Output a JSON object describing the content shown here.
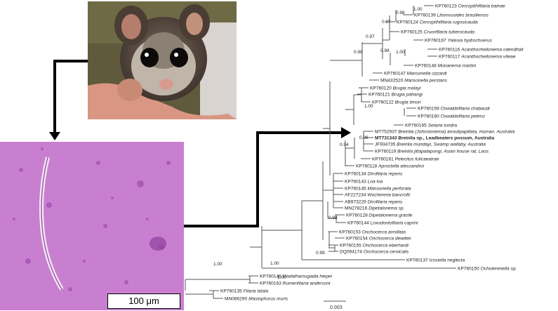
{
  "scale_bar_image": "100 μm",
  "scale_bar_tree": "0.003",
  "bootstrap_labels": [
    {
      "id": "b1",
      "text": "1.00"
    },
    {
      "id": "b2",
      "text": "0.98"
    },
    {
      "id": "b3",
      "text": "0.97"
    },
    {
      "id": "b4",
      "text": "0.97"
    },
    {
      "id": "b5",
      "text": "1.00"
    },
    {
      "id": "b6",
      "text": "0.98"
    },
    {
      "id": "b7",
      "text": "0.98"
    },
    {
      "id": "b8",
      "text": "1.00"
    },
    {
      "id": "b9",
      "text": "0.96"
    },
    {
      "id": "b10",
      "text": "0.94"
    },
    {
      "id": "b11",
      "text": "0.98"
    },
    {
      "id": "b12",
      "text": "0.99"
    },
    {
      "id": "b13",
      "text": "1.00"
    },
    {
      "id": "b14",
      "text": "1.00"
    },
    {
      "id": "b15",
      "text": "1.00"
    }
  ],
  "taxa": [
    {
      "acc": "KP760123",
      "name": "Cercopithifilaria bainae",
      "bold": false
    },
    {
      "acc": "KP760139",
      "name": "Litomosoides brasiliensis",
      "bold": false
    },
    {
      "acc": "KP760124",
      "name": "Cercopithifilaria rugosicauda",
      "bold": false
    },
    {
      "acc": "KP760125",
      "name": "Cruorifilaria tuberocauda",
      "bold": false
    },
    {
      "acc": "KP760167",
      "name": "Yatesia hydrochoerus",
      "bold": false
    },
    {
      "acc": "KP760116",
      "name": "Acanthocheilonema odendhali",
      "bold": false
    },
    {
      "acc": "KP760117",
      "name": "Acanthocheilonema viteae",
      "bold": false
    },
    {
      "acc": "KP760148",
      "name": "Monanema martini",
      "bold": false
    },
    {
      "acc": "KP760147",
      "name": "Mansonella ozzardi",
      "bold": false
    },
    {
      "acc": "MN432520",
      "name": "Mansonella perstans",
      "bold": false
    },
    {
      "acc": "KP760120",
      "name": "Brugia malayi",
      "bold": false
    },
    {
      "acc": "KP760121",
      "name": "Brugia pahangi",
      "bold": false
    },
    {
      "acc": "KP760122",
      "name": "Brugia timori",
      "bold": false
    },
    {
      "acc": "KP760159",
      "name": "Oswaldofilaria chabaudi",
      "bold": false
    },
    {
      "acc": "KP760160",
      "name": "Oswaldofilaria petersi",
      "bold": false
    },
    {
      "acc": "KP760165",
      "name": "Setaria tundra",
      "bold": false
    },
    {
      "acc": "MT752937",
      "name": "Breinlia (Johnstonema) annulipapillata, Human, Australia",
      "bold": false
    },
    {
      "acc": "MT731343",
      "name": "Breinlia sp., Leadbeaters possum, Australia",
      "bold": true
    },
    {
      "acc": "JF934735",
      "name": "Breinlia mundayi, Swamp wallaby, Australia",
      "bold": false
    },
    {
      "acc": "KP760119",
      "name": "Breinlia jittapalapongi, Asian house rat, Laos",
      "bold": false
    },
    {
      "acc": "KP760161",
      "name": "Pelecitus fulicaeatrae",
      "bold": false
    },
    {
      "acc": "KP760118",
      "name": "Aproctella alessandroi",
      "bold": false
    },
    {
      "acc": "KP760134",
      "name": "Dirofilaria repens",
      "bold": false
    },
    {
      "acc": "KP760143",
      "name": "Loa loa",
      "bold": false
    },
    {
      "acc": "KP760145",
      "name": "Mansonella perforata",
      "bold": false
    },
    {
      "acc": "AF227234",
      "name": "Wuchereria bancrofti",
      "bold": false
    },
    {
      "acc": "AB973229",
      "name": "Dirofilaria repens",
      "bold": false
    },
    {
      "acc": "MN278216",
      "name": "Dipetalonema sp.",
      "bold": false
    },
    {
      "acc": "KP760128",
      "name": "Dipetalonema gracile",
      "bold": false
    },
    {
      "acc": "KP760144",
      "name": "Loxodontofilaria caprini",
      "bold": false
    },
    {
      "acc": "KP760153",
      "name": "Onchocerca armillata",
      "bold": false
    },
    {
      "acc": "KP760154",
      "name": "Onchocerca dewittei",
      "bold": false
    },
    {
      "acc": "KP760155",
      "name": "Onchocerca eberhardi",
      "bold": false
    },
    {
      "acc": "DQ094174",
      "name": "Onchocerca cervicalis",
      "bold": false
    },
    {
      "acc": "KP760137",
      "name": "Icosiella neglecta",
      "bold": false
    },
    {
      "acc": "KP760150",
      "name": "Ochoterenella sp.",
      "bold": false
    },
    {
      "acc": "KP760146",
      "name": "Madathamugadia hiepei",
      "bold": false
    },
    {
      "acc": "KP760163",
      "name": "Rumenfilaria andersoni",
      "bold": false
    },
    {
      "acc": "KP760135",
      "name": "Filaria latala",
      "bold": false
    },
    {
      "acc": "MN086290",
      "name": "Mastophorus muris",
      "bold": false
    }
  ]
}
